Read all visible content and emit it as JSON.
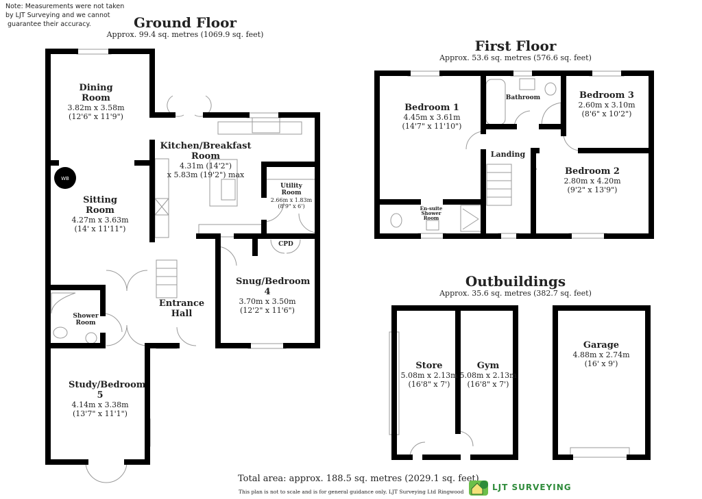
{
  "note": [
    "Note: Measurements were not taken",
    "by LJT Surveying and we cannot",
    " guarantee their accuracy."
  ],
  "ground_floor": {
    "title": "Ground Floor",
    "area": "Approx. 99.4 sq. metres (1069.9 sq. feet)",
    "rooms": [
      {
        "name": "Dining Room",
        "lines": [
          "Dining",
          "Room"
        ],
        "dims": [
          "3.82m x 3.58m",
          "(12'6\" x 11'9\")"
        ]
      },
      {
        "name": "Kitchen/Breakfast Room",
        "lines": [
          "Kitchen/Breakfast",
          "Room"
        ],
        "dims": [
          "4.31m (14'2\")",
          "x 5.83m (19'2\") max"
        ]
      },
      {
        "name": "Utility Room",
        "lines": [
          "Utility",
          "Room"
        ],
        "dims": [
          "2.66m x 1.83m",
          "(8'9\" x 6')"
        ]
      },
      {
        "name": "Sitting Room",
        "lines": [
          "Sitting",
          "Room"
        ],
        "dims": [
          "4.27m x 3.63m",
          "(14' x 11'11\")"
        ]
      },
      {
        "name": "CPD",
        "lines": [
          "CPD"
        ],
        "dims": []
      },
      {
        "name": "Snug/Bedroom 4",
        "lines": [
          "Snug/",
          "Bedroom 4"
        ],
        "dims": [
          "3.70m x 3.50m",
          "(12'2\" x 11'6\")"
        ]
      },
      {
        "name": "Shower Room",
        "lines": [
          "Shower",
          "Room"
        ],
        "dims": []
      },
      {
        "name": "Entrance Hall",
        "lines": [
          "Entrance",
          "Hall"
        ],
        "dims": []
      },
      {
        "name": "Study/Bedroom 5",
        "lines": [
          "Study/",
          "Bedroom 5"
        ],
        "dims": [
          "4.14m x 3.38m",
          "(13'7\" x 11'1\")"
        ]
      }
    ],
    "wb_label": "WB"
  },
  "first_floor": {
    "title": "First Floor",
    "area": "Approx. 53.6 sq. metres (576.6 sq. feet)",
    "rooms": [
      {
        "name": "Bedroom 1",
        "lines": [
          "Bedroom 1"
        ],
        "dims": [
          "4.45m x 3.61m",
          "(14'7\" x 11'10\")"
        ]
      },
      {
        "name": "Bathroom",
        "lines": [
          "Bathroom"
        ],
        "dims": []
      },
      {
        "name": "Bedroom 3",
        "lines": [
          "Bedroom 3"
        ],
        "dims": [
          "2.60m x 3.10m",
          "(8'6\" x 10'2\")"
        ]
      },
      {
        "name": "Landing",
        "lines": [
          "Landing"
        ],
        "dims": []
      },
      {
        "name": "Bedroom 2",
        "lines": [
          "Bedroom 2"
        ],
        "dims": [
          "2.80m x 4.20m",
          "(9'2\" x 13'9\")"
        ]
      },
      {
        "name": "En-suite Shower Room",
        "lines": [
          "En-suite",
          "Shower",
          "Room"
        ],
        "dims": []
      }
    ]
  },
  "outbuildings": {
    "title": "Outbuildings",
    "area": "Approx. 35.6 sq. metres (382.7 sq. feet)",
    "rooms": [
      {
        "name": "Store",
        "lines": [
          "Store"
        ],
        "dims": [
          "5.08m x 2.13m",
          "(16'8\" x 7')"
        ]
      },
      {
        "name": "Gym",
        "lines": [
          "Gym"
        ],
        "dims": [
          "5.08m x 2.13m",
          "(16'8\" x 7')"
        ]
      },
      {
        "name": "Garage",
        "lines": [
          "Garage"
        ],
        "dims": [
          "4.88m x 2.74m",
          "(16' x 9')"
        ]
      }
    ]
  },
  "footer": {
    "total": "Total area: approx. 188.5 sq. metres (2029.1 sq. feet)",
    "disclaimer": "This plan is not to scale and is for general guidance only. LJT Surveying Ltd Ringwood",
    "logo_text": "LJT SURVEYING"
  },
  "colors": {
    "wall": "#000000",
    "fixture": "#888888",
    "logo": "#2e8b3a"
  }
}
